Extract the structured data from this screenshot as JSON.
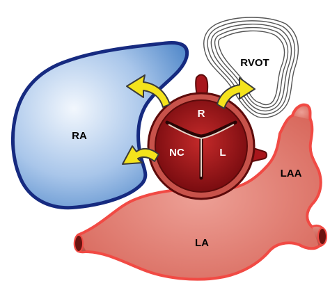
{
  "labels": {
    "ra": "RA",
    "rvot": "RVOT",
    "r": "R",
    "nc": "NC",
    "l": "L",
    "laa": "LAA",
    "la": "LA"
  },
  "colors": {
    "ra_fill_light": "#eef4fc",
    "ra_fill_dark": "#4e86c8",
    "ra_outline": "#162a80",
    "la_fill": "#de7a6e",
    "la_fill_light": "#eda096",
    "la_outline": "#f14a44",
    "valve_outer": "#c8524a",
    "valve_inner": "#a8161c",
    "valve_dark": "#5c0a0a",
    "arrow_fill": "#f4e31c",
    "arrow_outline": "#3a3a3a",
    "rvot_stroke": "#555555"
  }
}
